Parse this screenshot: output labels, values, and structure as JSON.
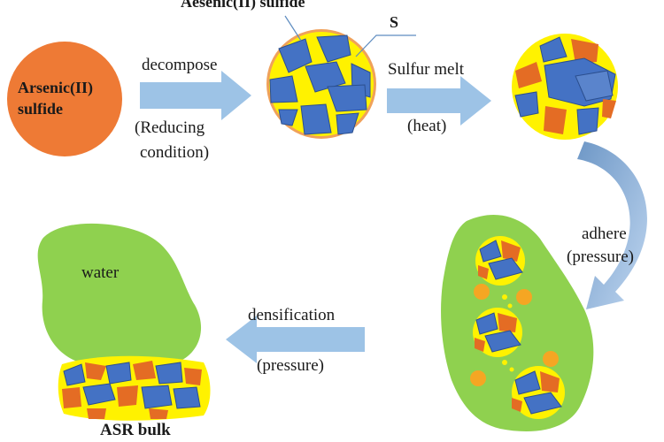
{
  "labels": {
    "arsenic_sulfide": "Arsenic(II) sulfide",
    "aesenic_top": "Aesenic(II) sulfide",
    "s_label": "S",
    "decompose": "decompose",
    "reducing": "(Reducing",
    "condition": "condition)",
    "sulfur_melt": "Sulfur melt",
    "heat": "(heat)",
    "adhere": "adhere",
    "pressure_adhere": "(pressure)",
    "densification": "densification",
    "pressure_dens": "(pressure)",
    "water": "water",
    "asr_bulk": "ASR bulk"
  },
  "colors": {
    "orange_circle": "#ee7a35",
    "arrow_blue": "#9dc3e6",
    "arrow_dark_blue": "#5e8cc0",
    "blob_green": "#8fd14f",
    "yellow": "#fff200",
    "grain_blue": "#4472c4",
    "grain_orange": "#e46c24"
  }
}
